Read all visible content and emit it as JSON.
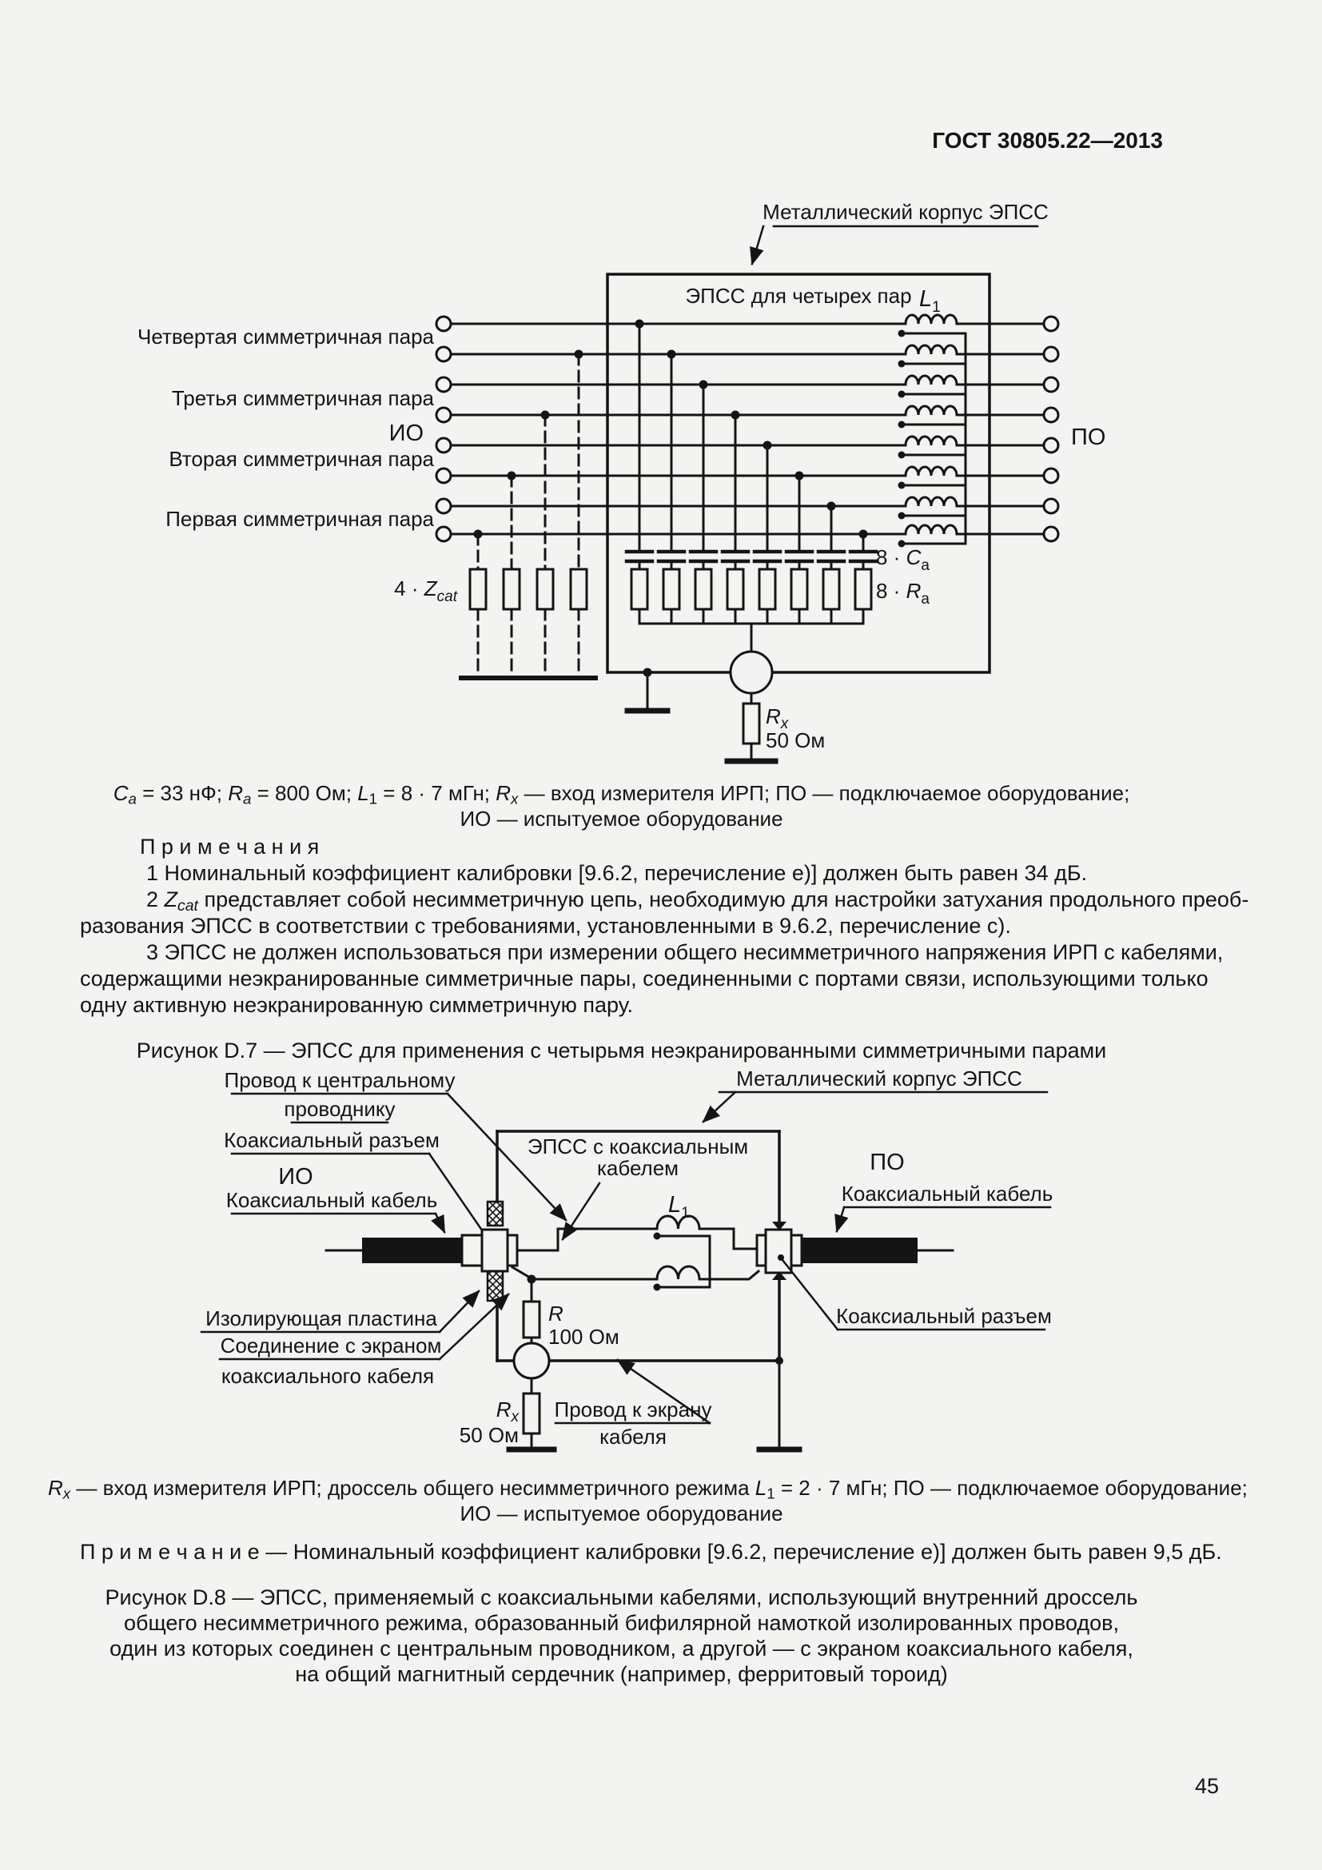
{
  "page": {
    "header": "ГОСТ 30805.22—2013",
    "number": "45"
  },
  "fig_d7": {
    "case_label": "Металлический корпус ЭПСС",
    "box_title": "ЭПСС для четырех пар",
    "l1_base": "L",
    "l1_sub": "1",
    "pair4": "Четвертая симметричная пара",
    "pair3": "Третья симметричная пара",
    "io": "ИО",
    "po": "ПО",
    "pair2": "Вторая симметричная пара",
    "pair1": "Первая симметричная пара",
    "zcat_pre": "4 · ",
    "zcat_base": "Z",
    "zcat_sub": "cat",
    "ca_pre": "8 · ",
    "ca_base": "C",
    "ca_sub": "a",
    "ra_pre": "8 · ",
    "ra_base": "R",
    "ra_sub": "a",
    "rx_base": "R",
    "rx_sub": "x",
    "rx_value": "50 Ом"
  },
  "caption_d7": {
    "line1_runs": [
      {
        "t": "C",
        "i": true
      },
      {
        "t": "a",
        "i": true,
        "sub": true
      },
      {
        "t": " = 33 нФ; "
      },
      {
        "t": "R",
        "i": true
      },
      {
        "t": "a",
        "i": true,
        "sub": true
      },
      {
        "t": " = 800 Ом; "
      },
      {
        "t": "L",
        "i": true
      },
      {
        "t": "1",
        "sub": true
      },
      {
        "t": " = 8 · 7 мГн; "
      },
      {
        "t": "R",
        "i": true
      },
      {
        "t": "x",
        "i": true,
        "sub": true
      },
      {
        "t": " — вход измерителя ИРП; ПО — подключаемое оборудование;"
      }
    ],
    "line2": "ИО — испытуемое оборудование"
  },
  "notes_d7": {
    "heading": "П р и м е ч а н и я",
    "n1": "1 Номинальный коэффициент калибровки [9.6.2, перечисление е)] должен быть равен 34 дБ.",
    "n2_line1_runs": [
      {
        "t": "2 "
      },
      {
        "t": "Z",
        "i": true
      },
      {
        "t": "cat",
        "i": true,
        "sub": true
      },
      {
        "t": " представляет собой несимметричную цепь, необходимую для настройки затухания продольного преоб-"
      }
    ],
    "n2_line2": "разования ЭПСС в соответствии с требованиями, установленными в 9.6.2, перечисление с).",
    "n3_line1": "3 ЭПСС не должен использоваться при измерении общего несимметричного напряжения ИРП с кабелями,",
    "n3_line2": "содержащими неэкранированные симметричные пары, соединенными с портами связи, использующими только",
    "n3_line3": "одну активную неэкранированную симметричную пару."
  },
  "figure_caption_d7": "Рисунок D.7 — ЭПСС для применения с четырьмя неэкранированными симметричными парами",
  "fig_d8": {
    "wire_center_line1": "Провод к центральному",
    "wire_center_line2": "проводнику",
    "coax_connector_left": "Коаксиальный разъем",
    "io": "ИО",
    "coax_cable_left": "Коаксиальный кабель",
    "case_label": "Металлический корпус ЭПСС",
    "box_title_line1": "ЭПСС с коаксиальным",
    "box_title_line2": "кабелем",
    "l1_base": "L",
    "l1_sub": "1",
    "po": "ПО",
    "coax_cable_right": "Коаксиальный кабель",
    "insulating_plate": "Изолирующая пластина",
    "shield_connection_line1": "Соединение с экраном",
    "shield_connection_line2": "коаксиального кабеля",
    "r_label": "R",
    "r_value": "100 Ом",
    "rx_base": "R",
    "rx_sub": "x",
    "rx_value": "50 Ом",
    "shield_wire_line1": "Провод к экрану",
    "shield_wire_line2": "кабеля",
    "coax_connector_right": "Коаксиальный разъем"
  },
  "caption_d8": {
    "line1_runs": [
      {
        "t": "R",
        "i": true
      },
      {
        "t": "x",
        "i": true,
        "sub": true
      },
      {
        "t": " — вход измерителя ИРП; дроссель общего несимметричного режима "
      },
      {
        "t": "L",
        "i": true
      },
      {
        "t": "1",
        "sub": true
      },
      {
        "t": " = 2 · 7 мГн; ПО — подключаемое оборудование;"
      }
    ],
    "line2": "ИО — испытуемое оборудование"
  },
  "note_d8": "П р и м е ч а н и е  —  Номинальный коэффициент калибровки [9.6.2, перечисление е)] должен быть равен 9,5 дБ.",
  "figure_caption_d8": {
    "line1": "Рисунок D.8 — ЭПСС, применяемый с коаксиальными кабелями, использующий внутренний дроссель",
    "line2": "общего несимметричного режима, образованный бифилярной намоткой изолированных проводов,",
    "line3": "один из которых соединен с центральным проводником, а другой — с экраном коаксиального кабеля,",
    "line4": "на общий магнитный сердечник (например, ферритовый тороид)"
  }
}
